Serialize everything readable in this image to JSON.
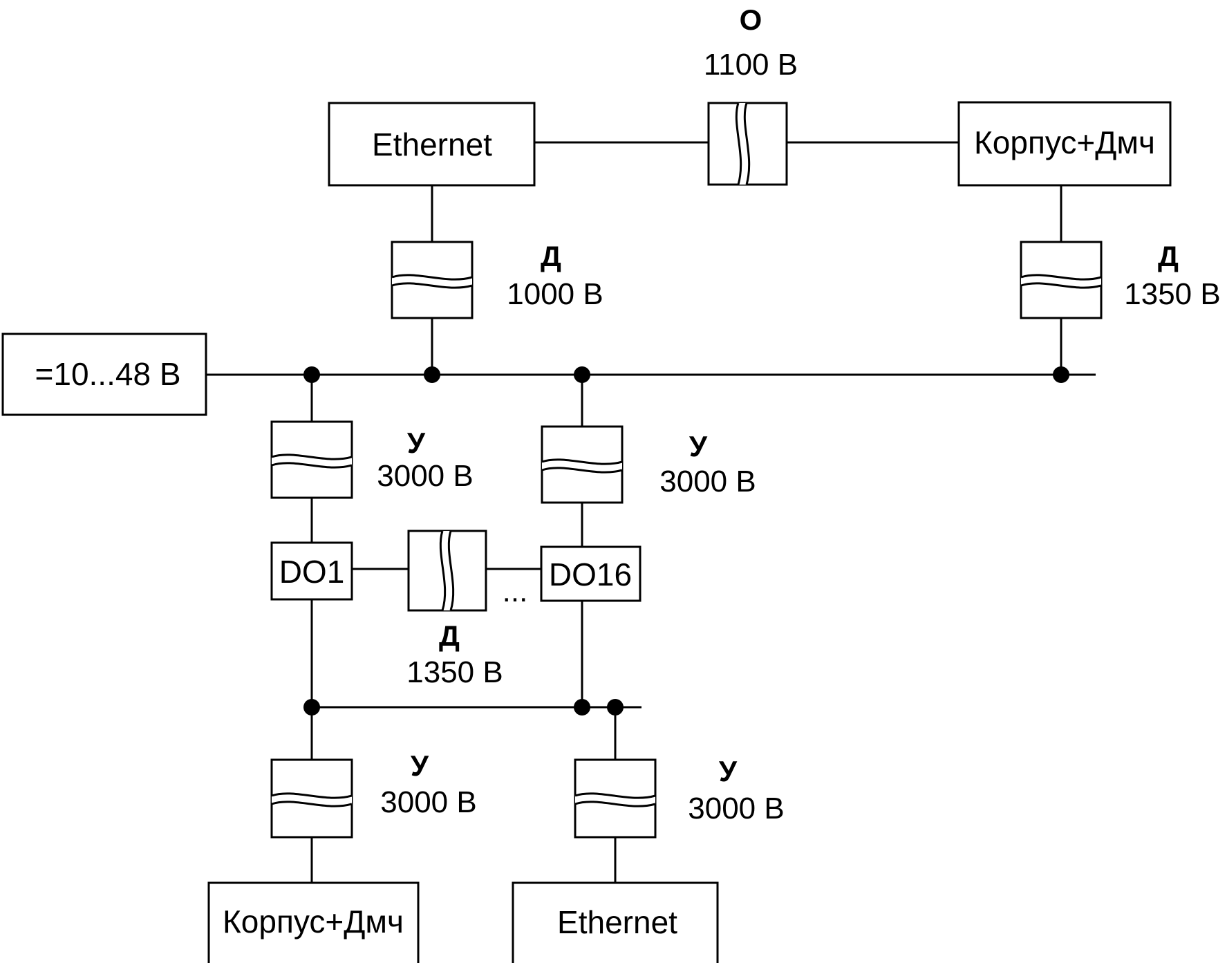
{
  "blocks": {
    "eth_top": "Ethernet",
    "case_top": "Корпус+Дмч",
    "power": "=10...48 В",
    "do1": "DO1",
    "do16": "DO16",
    "case_bottom": "Корпус+Дмч",
    "eth_bottom": "Ethernet",
    "ellipsis": "..."
  },
  "insulation": {
    "top_o": {
      "code": "О",
      "voltage": "1100 В"
    },
    "eth_d": {
      "code": "Д",
      "voltage": "1000 В"
    },
    "case_d": {
      "code": "Д",
      "voltage": "1350 В"
    },
    "do1_y": {
      "code": "У",
      "voltage": "3000 В"
    },
    "do16_y": {
      "code": "У",
      "voltage": "3000 В"
    },
    "do_d": {
      "code": "Д",
      "voltage": "1350 В"
    },
    "case_bottom_y": {
      "code": "У",
      "voltage": "3000 В"
    },
    "eth_bottom_y": {
      "code": "У",
      "voltage": "3000 В"
    }
  }
}
